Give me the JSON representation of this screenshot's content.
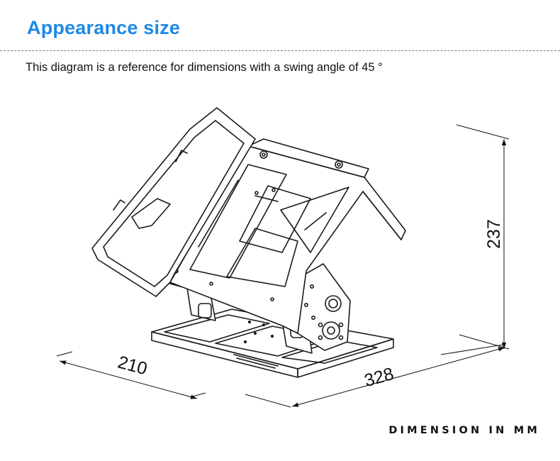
{
  "header": {
    "title": "Appearance size",
    "subtitle": "This diagram is a reference for dimensions with a swing angle of 45 °"
  },
  "dimensions": {
    "width": "210",
    "length": "328",
    "height": "237"
  },
  "footer": {
    "unit_note": "DIMENSION IN MM"
  },
  "colors": {
    "title": "#1e88e5",
    "line": "#1a1a1a"
  }
}
